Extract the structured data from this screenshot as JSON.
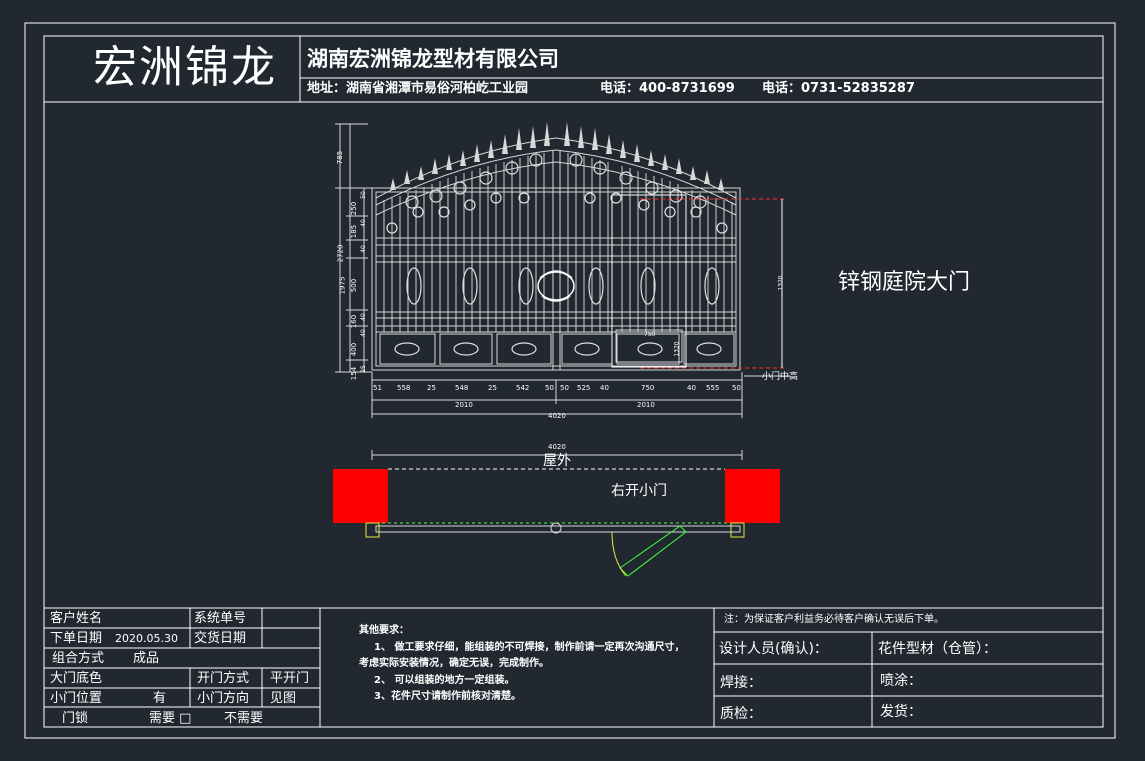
{
  "header": {
    "brand_logo": "宏洲锦龙",
    "company_name": "湖南宏洲锦龙型材有限公司",
    "address": "地址：湖南省湘潭市易俗河柏屹工业园",
    "phone1": "电话：400-8731699",
    "phone2": "电话：0731-52835287"
  },
  "drawing": {
    "title": "锌钢庭院大门",
    "side_note": "小门中高",
    "plan_outside_label": "屋外",
    "plan_door_label": "右开小门",
    "top_dim_total": "4020",
    "left_total_height": "2720",
    "left_dims_upper": [
      "785",
      "1975"
    ],
    "left_dims": [
      "250",
      "185",
      "500",
      "160",
      "400",
      "154"
    ],
    "left_small": [
      "50",
      "40",
      "40",
      "40",
      "40",
      "25"
    ],
    "bottom_dims": [
      "51",
      "558",
      "25",
      "548",
      "25",
      "542",
      "50",
      "50",
      "525",
      "40",
      "750",
      "40",
      "555",
      "50"
    ],
    "half_widths": [
      "2010",
      "2010"
    ],
    "total_width": "4020",
    "small_door_width": "750",
    "small_door_height": "1320",
    "right_height_dim": "1320"
  },
  "order_table": {
    "customer_name_label": "客户姓名",
    "system_no_label": "系统单号",
    "order_date_label": "下单日期",
    "order_date_value": "2020.05.30",
    "delivery_date_label": "交货日期",
    "combination_label": "组合方式",
    "combination_value": "成品",
    "gate_color_label": "大门底色",
    "open_mode_label": "开门方式",
    "open_mode_value": "平开门",
    "small_door_pos_label": "小门位置",
    "small_door_pos_value": "有",
    "small_door_dir_label": "小门方向",
    "small_door_dir_value": "见图",
    "lock_label": "门锁",
    "lock_need": "需要 □",
    "lock_noneed": "不需要"
  },
  "requirements": {
    "title": "其他要求：",
    "line1": "1、 做工要求仔细，能组装的不可焊接，制作前请一定再次沟通尺寸，",
    "line1b": "考虑实际安装情况，确定无误，完成制作。",
    "line2": "2、 可以组装的地方一定组装。",
    "line3": "3、花件尺寸请制作前核对清楚。"
  },
  "signoff": {
    "note": "注：为保证客户利益务必待客户确认无误后下单。",
    "designer": "设计人员(确认)：",
    "material": "花件型材（仓管）：",
    "welding": "焊接：",
    "spraying": "喷涂：",
    "qc": "质检：",
    "shipping": "发货："
  },
  "colors": {
    "background": "#212830",
    "line": "#ffffff",
    "red_block": "#ff0000",
    "dashed_red": "#ff3030",
    "green": "#40ff40",
    "yellow": "#e8e840"
  }
}
